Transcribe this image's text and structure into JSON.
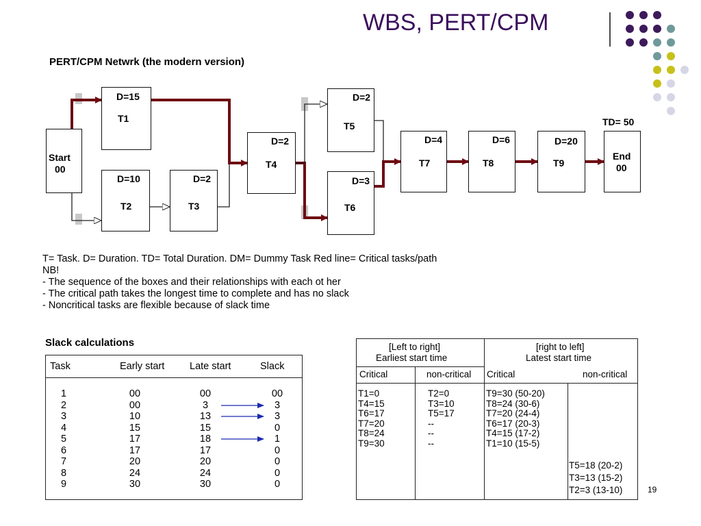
{
  "slide": {
    "title": "WBS, PERT/CPM",
    "number": "19"
  },
  "diagram": {
    "title": "PERT/CPM Netwrk (the modern version)",
    "total_duration": "TD= 50",
    "start": {
      "line1": "Start",
      "line2": "00"
    },
    "end": {
      "line1": "End",
      "line2": "00"
    },
    "tasks": [
      {
        "id": "T1",
        "duration": "D=15"
      },
      {
        "id": "T2",
        "duration": "D=10"
      },
      {
        "id": "T3",
        "duration": "D=2"
      },
      {
        "id": "T4",
        "duration": "D=2"
      },
      {
        "id": "T5",
        "duration": "D=2"
      },
      {
        "id": "T6",
        "duration": "D=3"
      },
      {
        "id": "T7",
        "duration": "D=4"
      },
      {
        "id": "T8",
        "duration": "D=6"
      },
      {
        "id": "T9",
        "duration": "D=20"
      }
    ],
    "colors": {
      "critical": "#6e0a12",
      "normal": "#222222",
      "dummy": "#bdbdbd"
    }
  },
  "notes": [
    "T= Task.  D= Duration.  TD= Total Duration.  DM= Dummy Task    Red line= Critical tasks/path",
    "NB!",
    "- The sequence of the boxes and their relationships with each ot her",
    "- The critical path takes the longest time to complete and has no slack",
    "- Noncritical tasks are flexible because of slack time"
  ],
  "slack": {
    "title": "Slack calculations",
    "headers": [
      "Task",
      "Early start",
      "Late start",
      "Slack"
    ],
    "tasks": [
      "1",
      "2",
      "3",
      "4",
      "5",
      "6",
      "7",
      "8",
      "9"
    ],
    "early": [
      "00",
      "00",
      "10",
      "15",
      "17",
      "17",
      "20",
      "24",
      "30"
    ],
    "late": [
      "00",
      "3",
      "13",
      "15",
      "18",
      "17",
      "20",
      "24",
      "30"
    ],
    "slack": [
      "00",
      "3",
      "3",
      "0",
      "1",
      "0",
      "0",
      "0",
      "0"
    ]
  },
  "start_times": {
    "left_header": {
      "line1": "[Left to right]",
      "line2": "Earliest start time"
    },
    "right_header": {
      "line1": "[right to left]",
      "line2": "Latest start time"
    },
    "col_critical": "Critical",
    "col_noncritical": "non-critical",
    "earliest_critical": [
      "T1=0",
      "T4=15",
      "T6=17",
      "T7=20",
      "T8=24",
      "T9=30"
    ],
    "earliest_noncritical": [
      "T2=0",
      "T3=10",
      "T5=17",
      "--",
      "--",
      "--"
    ],
    "latest_critical": [
      "T9=30 (50-20)",
      "T8=24 (30-6)",
      "T7=20 (24-4)",
      "T6=17 (20-3)",
      "T4=15 (17-2)",
      "T1=10 (15-5)"
    ],
    "latest_noncritical": [
      "T5=18 (20-2)",
      "T3=13 (15-2)",
      "T2=3 (13-10)"
    ]
  }
}
